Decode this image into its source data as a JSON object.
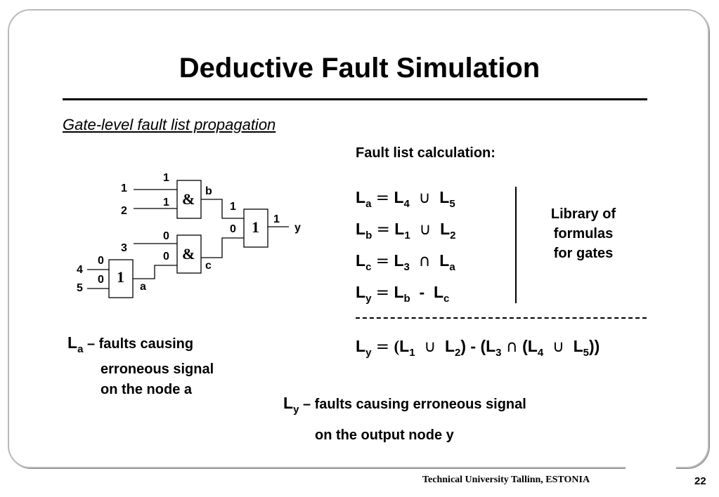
{
  "slide": {
    "title": "Deductive Fault Simulation",
    "subtitle": "Gate-level fault list propagation",
    "footer": "Technical University Tallinn, ESTONIA",
    "page_number": "22"
  },
  "circuit": {
    "gate_and_symbol": "&",
    "gate_or_symbol": "1",
    "inputs": {
      "in1": "1",
      "in2": "2",
      "in3": "3",
      "in4": "4",
      "in5": "5"
    },
    "values": {
      "top_and_in1": "1",
      "top_and_in2": "1",
      "bot_and_in1": "0",
      "bot_and_in2": "0",
      "or_a_in1": "0",
      "or_a_in2": "0",
      "out_or_in1": "1",
      "out_or_in2": "0",
      "y_value": "1"
    },
    "nodes": {
      "a": "a",
      "b": "b",
      "c": "c",
      "y": "y"
    }
  },
  "fault_calc": {
    "heading": "Fault list calculation:",
    "eq_a": {
      "lhs": "L",
      "lhs_sub": "a",
      "rel": "=",
      "t1": "L",
      "t1_sub": "4",
      "op": "∪",
      "t2": "L",
      "t2_sub": "5"
    },
    "eq_b": {
      "lhs": "L",
      "lhs_sub": "b",
      "rel": "=",
      "t1": "L",
      "t1_sub": "1",
      "op": "∪",
      "t2": "L",
      "t2_sub": "2"
    },
    "eq_c": {
      "lhs": "L",
      "lhs_sub": "c",
      "rel": "=",
      "t1": "L",
      "t1_sub": "3",
      "op": "∩",
      "t2": "L",
      "t2_sub": "a"
    },
    "eq_y": {
      "lhs": "L",
      "lhs_sub": "y",
      "rel": "=",
      "t1": "L",
      "t1_sub": "b",
      "op": "-",
      "t2": "L",
      "t2_sub": "c"
    },
    "library_note": [
      "Library of",
      "formulas",
      "for gates"
    ],
    "final": {
      "lhs": "L",
      "lhs_sub": "y",
      "rel": "=",
      "open": "(",
      "p1": "L",
      "p1_sub": "1",
      "op1": "∪",
      "p2": "L",
      "p2_sub": "2",
      "mid": ") - (L",
      "p3_sub": "3",
      "op2": "∩",
      "p4": "(L",
      "p4_sub": "4",
      "op3": "∪",
      "p5": "L",
      "p5_sub": "5",
      "close": "))"
    }
  },
  "notes": {
    "la": {
      "sym": "L",
      "sub": "a",
      "line1": " – faults causing",
      "line2": "erroneous signal",
      "line3": "on the node  a"
    },
    "ly": {
      "sym": "L",
      "sub": "y",
      "line1": " – faults causing erroneous signal",
      "line2": "on the output node  y"
    }
  }
}
